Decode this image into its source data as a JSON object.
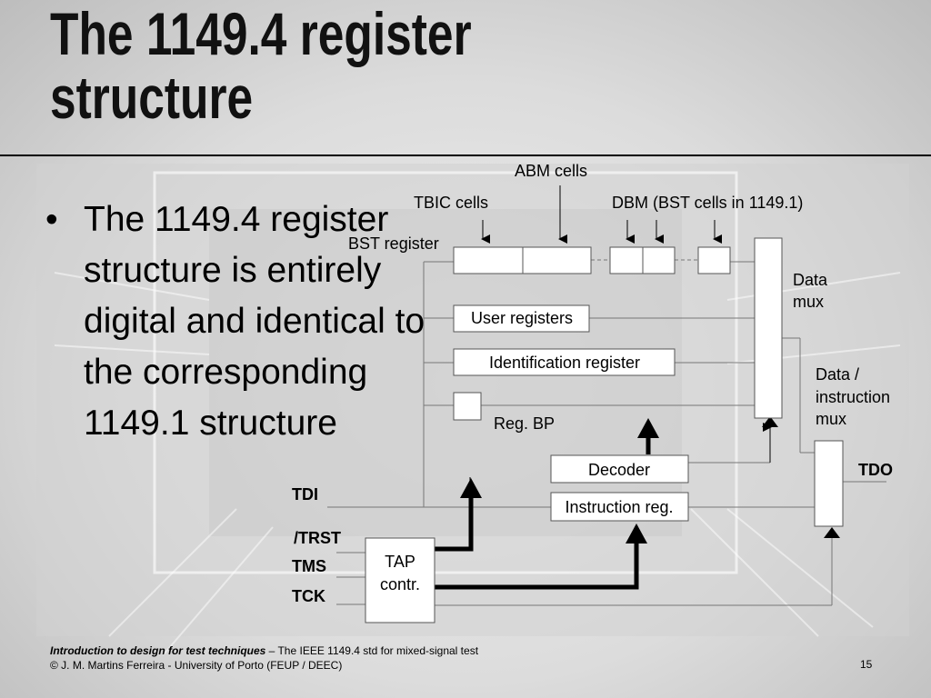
{
  "title": {
    "line1": "The 1149.4 register",
    "line2": "structure"
  },
  "bullet": {
    "marker": "•",
    "text": "The 1149.4 register structure is entirely digital and identical to the corresponding 1149.1 structure"
  },
  "diagram": {
    "labels": {
      "abm_cells": "ABM cells",
      "tbic_cells": "TBIC cells",
      "dbm_cells": "DBM (BST cells in 1149.1)",
      "bst_register": "BST register",
      "data_mux": [
        "Data",
        "mux"
      ],
      "data_instruction_mux": [
        "Data /",
        "instruction",
        "mux"
      ],
      "reg_bp": "Reg. BP",
      "tdo": "TDO",
      "tdi": "TDI",
      "trst": "/TRST",
      "tms": "TMS",
      "tck": "TCK"
    },
    "boxes": {
      "user_registers": "User registers",
      "identification_register": "Identification register",
      "decoder": "Decoder",
      "instruction_reg": "Instruction reg.",
      "tap_controller": [
        "TAP",
        "contr."
      ]
    }
  },
  "footer": {
    "course": "Introduction to design for test techniques",
    "separator": " – ",
    "topic": "The IEEE 1149.4 std for mixed-signal test",
    "copyright": "© J. M. Martins Ferreira - University of Porto (FEUP / DEEC)",
    "page_number": "15"
  }
}
